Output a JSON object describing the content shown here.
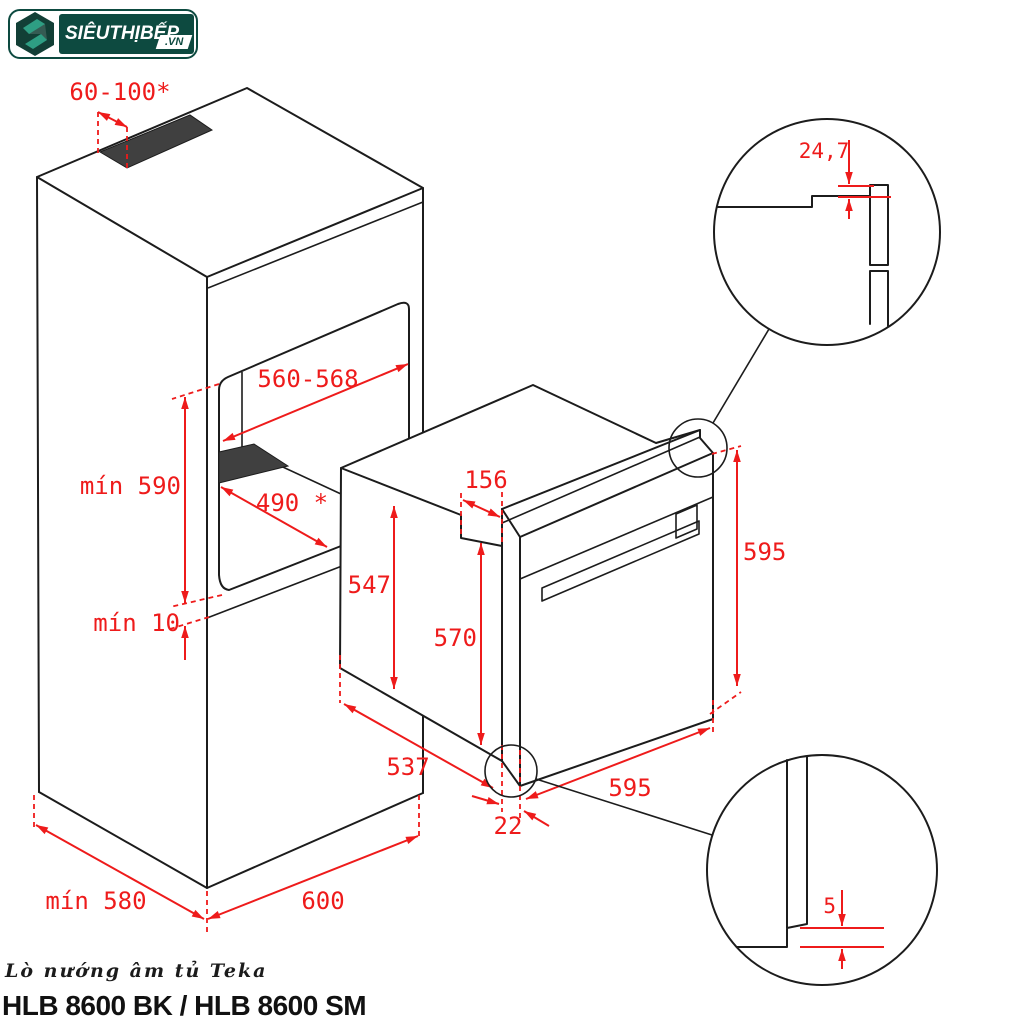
{
  "logo": {
    "brand": "SIÊUTHỊBẾP",
    "tld": ".VN"
  },
  "dimensions": {
    "top_vent": "60-100*",
    "niche_width": "560-568",
    "niche_height": "mín 590",
    "niche_depth": "490 *",
    "bottom_gap": "mín 10",
    "top_recess": "156",
    "body_height_front": "547",
    "body_height_rear": "570",
    "oven_height": "595",
    "body_depth": "537",
    "door_thickness": "22",
    "oven_width": "595",
    "cabinet_min_depth": "mín 580",
    "cabinet_width": "600",
    "detail_door_top_overlap": "24,7",
    "detail_door_bottom_gap": "5"
  },
  "caption": {
    "product_line": "Lò nướng âm tủ Teka",
    "model": "HLB 8600 BK / HLB 8600 SM"
  },
  "colors": {
    "dimension_red": "#ee1b1b",
    "outline_black": "#1c1c1c",
    "logo_dark_green": "#0d4a40",
    "logo_teal": "#2e9e83",
    "vent_fill": "#404040"
  }
}
